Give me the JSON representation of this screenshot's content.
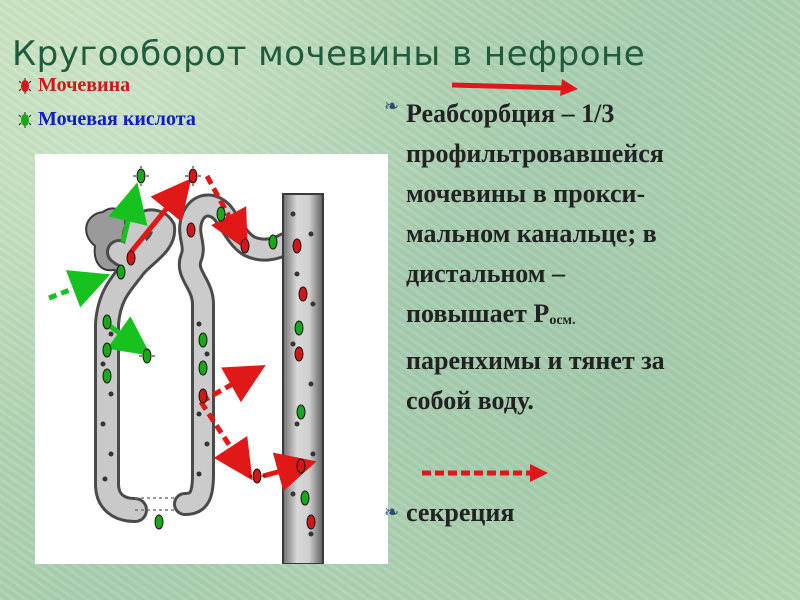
{
  "title": "Кругооборот мочевины в нефроне",
  "legend": {
    "urea": {
      "label": "Мочевина",
      "color": "#d01818"
    },
    "uric_acid": {
      "label": "Мочевая кислота",
      "color": "#1aa81a"
    }
  },
  "text_blocks": {
    "reabsorption": {
      "line1": "Реабсорбция – 1/3",
      "line2": "профильтровавшейся",
      "line3": "мочевины в прокси-",
      "line4": "мальном канальце; в",
      "line5": "дистальном –",
      "line6_pre": "повышает P",
      "line6_sub": "осм.",
      "line7": "паренхимы и тянет за",
      "line8": "собой воду."
    },
    "secretion": "секреция"
  },
  "arrow_legend": {
    "reabsorption": {
      "style": "solid",
      "color": "#e0161a"
    },
    "secretion": {
      "style": "dashed",
      "color": "#e0161a"
    }
  },
  "colors": {
    "title": "#1f5c3e",
    "red_arrow": "#e01818",
    "green_arrow": "#18c21e",
    "tubule_fill": "#b8b8b8",
    "tubule_dark": "#5a5a5a"
  }
}
